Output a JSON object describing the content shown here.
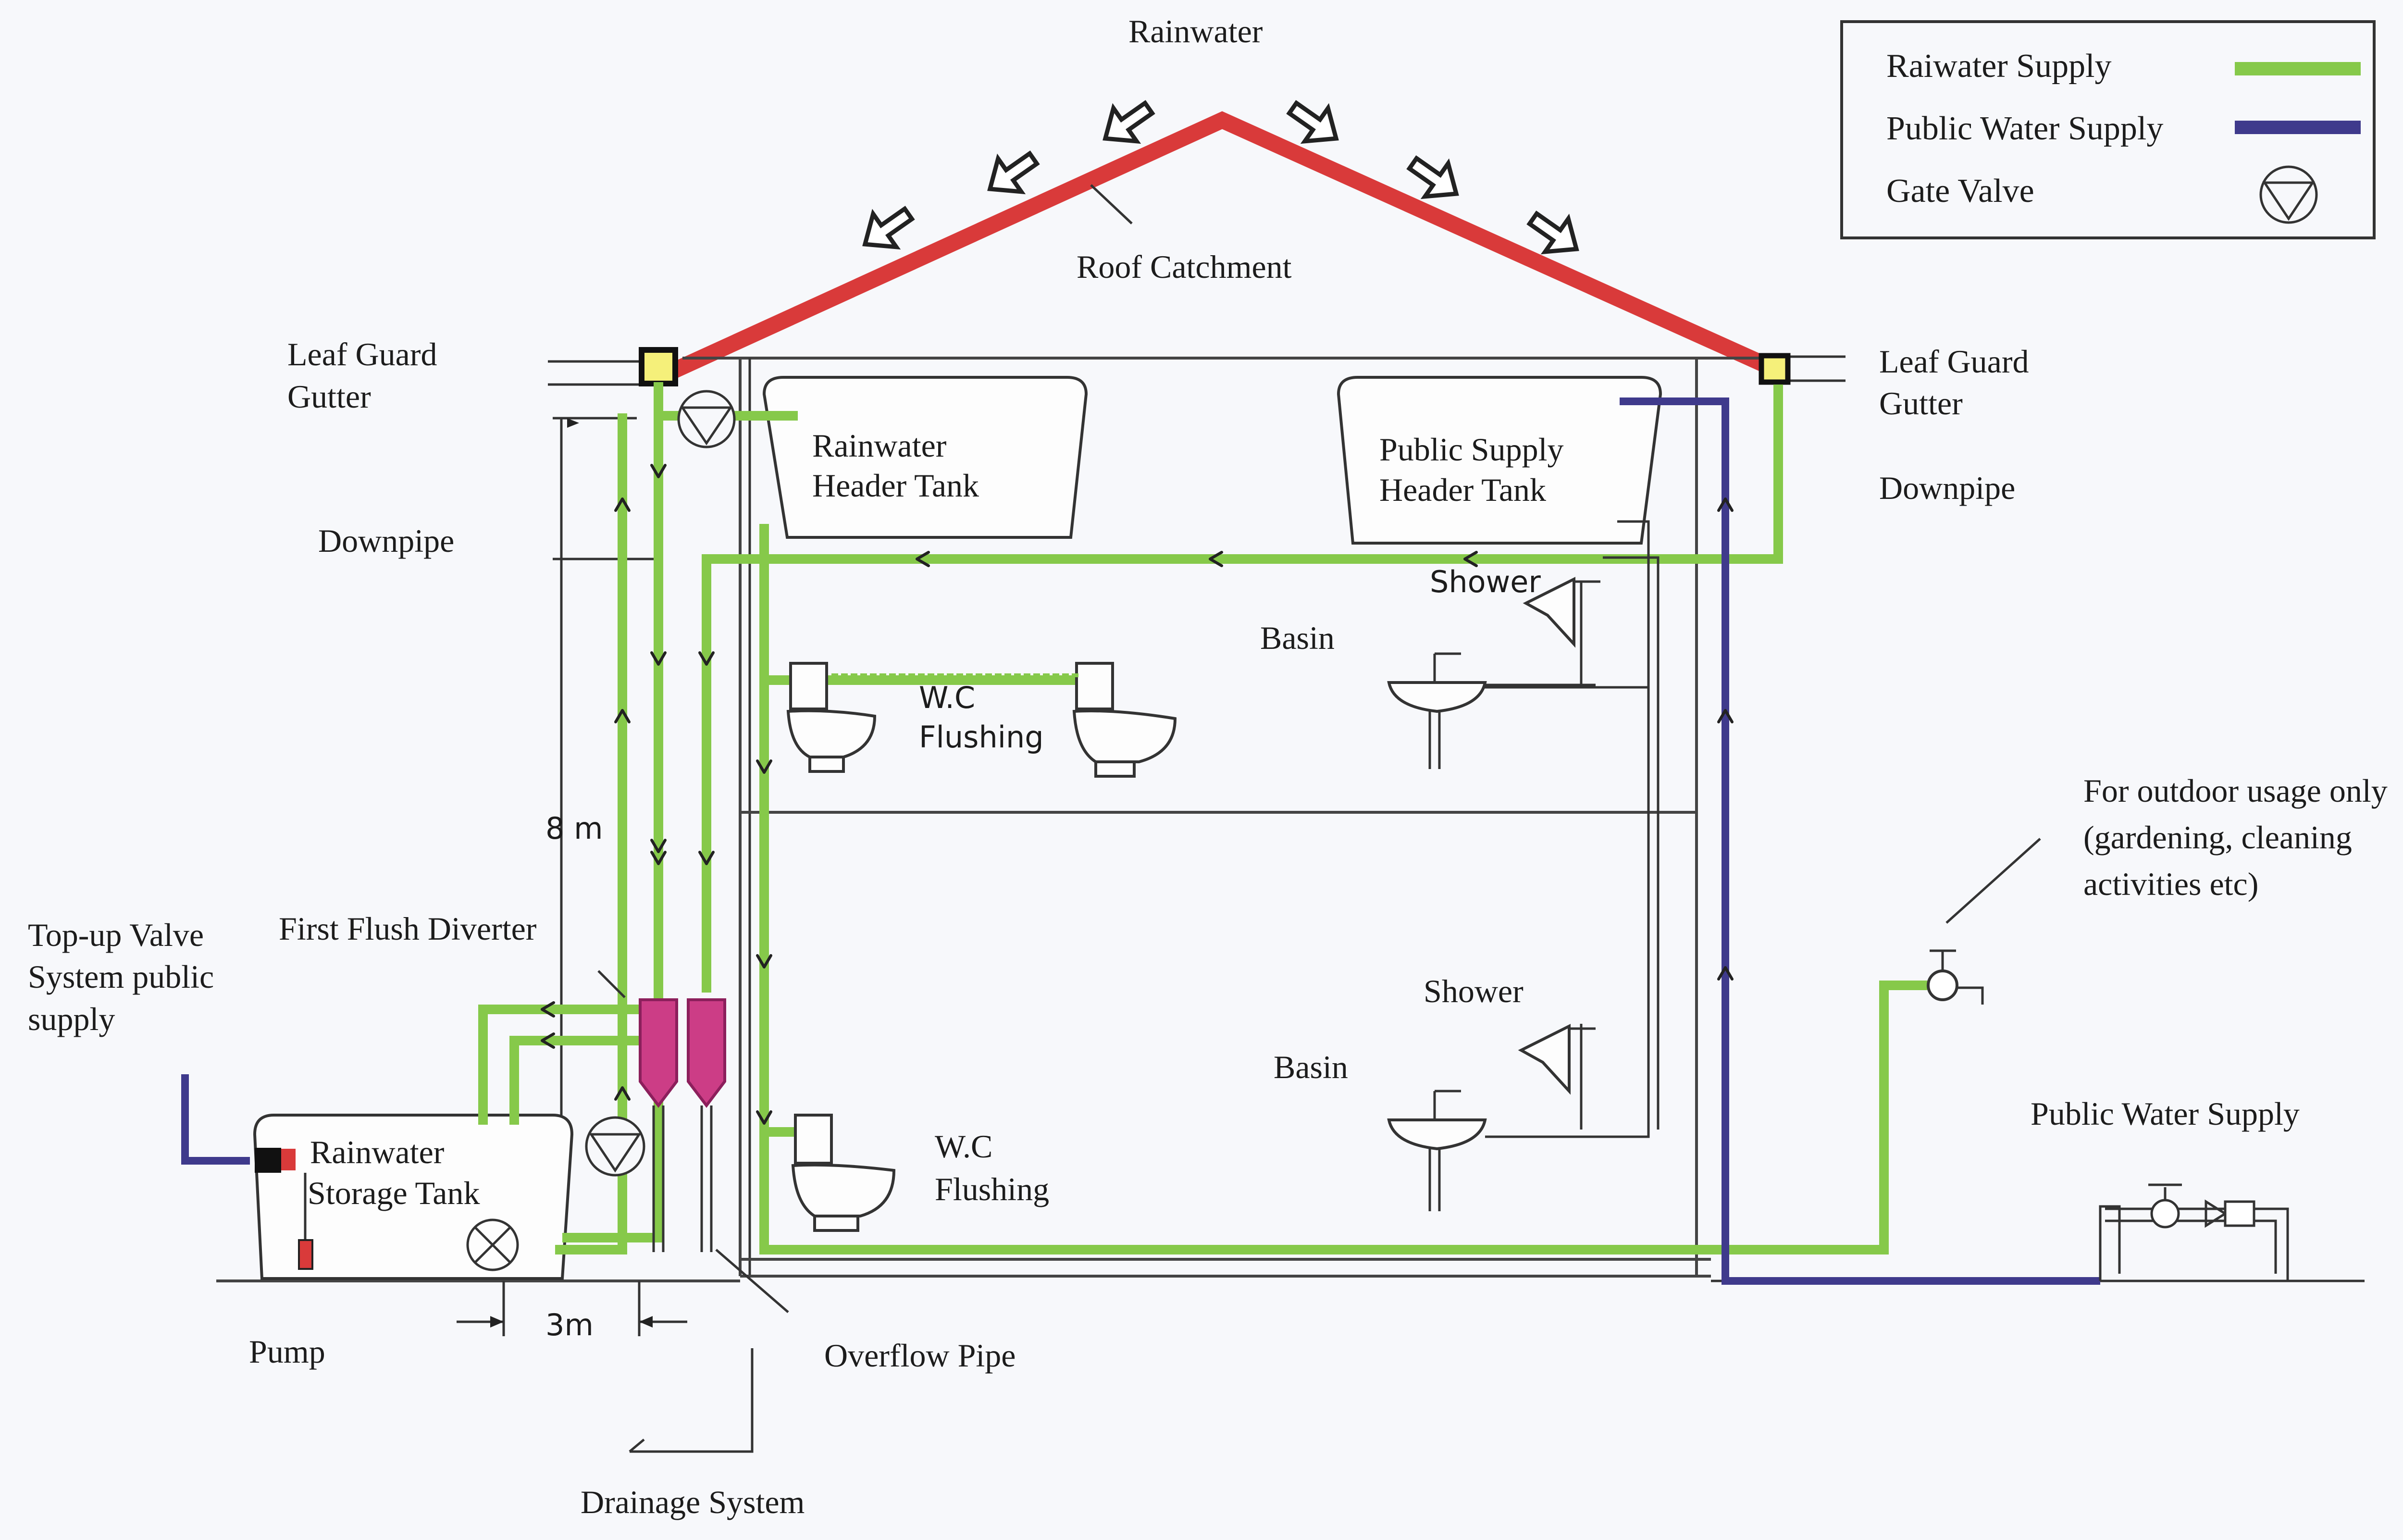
{
  "labels": {
    "rainwater": "Rainwater",
    "roof_catchment": "Roof Catchment",
    "leaf_guard_left_1": "Leaf Guard",
    "leaf_guard_left_2": "Gutter",
    "leaf_guard_right_1": "Leaf Guard",
    "leaf_guard_right_2": "Gutter",
    "downpipe_left": "Downpipe",
    "downpipe_right": "Downpipe",
    "rainwater_header_1": "Rainwater",
    "rainwater_header_2": "Header Tank",
    "public_header_1": "Public Supply",
    "public_header_2": "Header Tank",
    "shower_upper": "Shower",
    "basin_upper": "Basin",
    "wc_upper_1": "W.C",
    "wc_upper_2": "Flushing",
    "height": "8 m",
    "first_flush": "First Flush Diverter",
    "topup_1": "Top-up Valve",
    "topup_2": "System public",
    "topup_3": "supply",
    "storage_1": "Rainwater",
    "storage_2": "Storage Tank",
    "distance": "3m",
    "pump": "Pump",
    "overflow": "Overflow Pipe",
    "drainage": "Drainage System",
    "shower_lower": "Shower",
    "basin_lower": "Basin",
    "wc_lower_1": "W.C",
    "wc_lower_2": "Flushing",
    "outdoor_1": "For outdoor usage only",
    "outdoor_2": "(gardening, cleaning",
    "outdoor_3": "activities etc)",
    "public_water_supply": "Public Water Supply"
  },
  "legend": {
    "items": [
      {
        "label": "Raiwater Supply",
        "color": "#86c94a",
        "symbol": "line"
      },
      {
        "label": "Public Water Supply",
        "color": "#3f3a8c",
        "symbol": "line"
      },
      {
        "label": "Gate Valve",
        "symbol": "gate-valve-icon"
      }
    ]
  },
  "colors": {
    "roof": "#d93a3a",
    "rainwater_pipe": "#86c94a",
    "public_pipe": "#3f3a8c",
    "diverter": "#cc3d86"
  }
}
